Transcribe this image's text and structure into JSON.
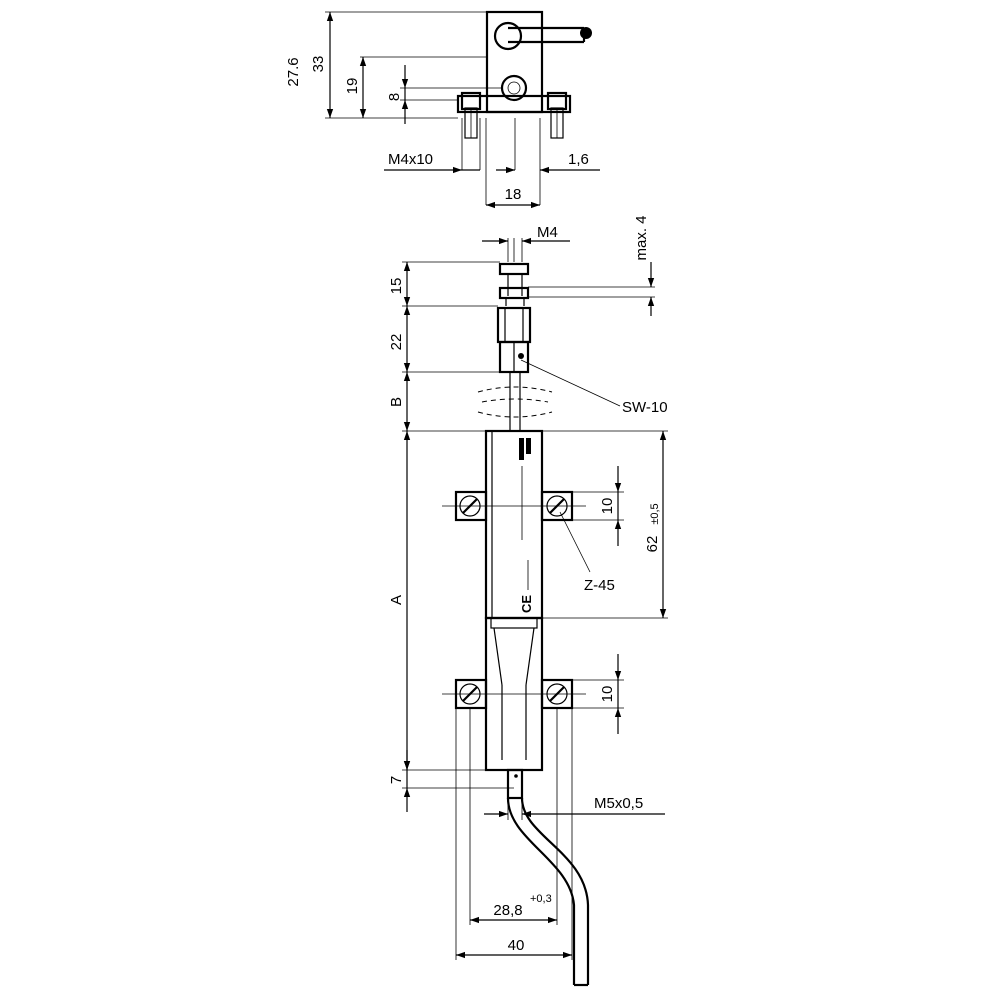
{
  "top_view": {
    "dims": {
      "height_27_6": "27.6",
      "height_33": "33",
      "height_19": "19",
      "height_8": "8",
      "thread_m4x10": "M4x10",
      "plate_1_6": "1,6",
      "width_18": "18"
    }
  },
  "side_view": {
    "dims": {
      "thread_m4": "M4",
      "max_4": "max. 4",
      "length_15": "15",
      "length_22": "22",
      "length_b": "B",
      "length_a": "A",
      "length_7": "7",
      "body_62": "62",
      "body_62_tol": "±0,5",
      "clamp_10_upper": "10",
      "clamp_10_lower": "10",
      "cable_thread": "M5x0,5",
      "spacing_28_8": "28,8",
      "spacing_28_8_tol": "+0,3",
      "spacing_40": "40"
    },
    "callouts": {
      "wrench": "SW-10",
      "clamp": "Z-45"
    },
    "marks": {
      "ce": "CE"
    }
  }
}
